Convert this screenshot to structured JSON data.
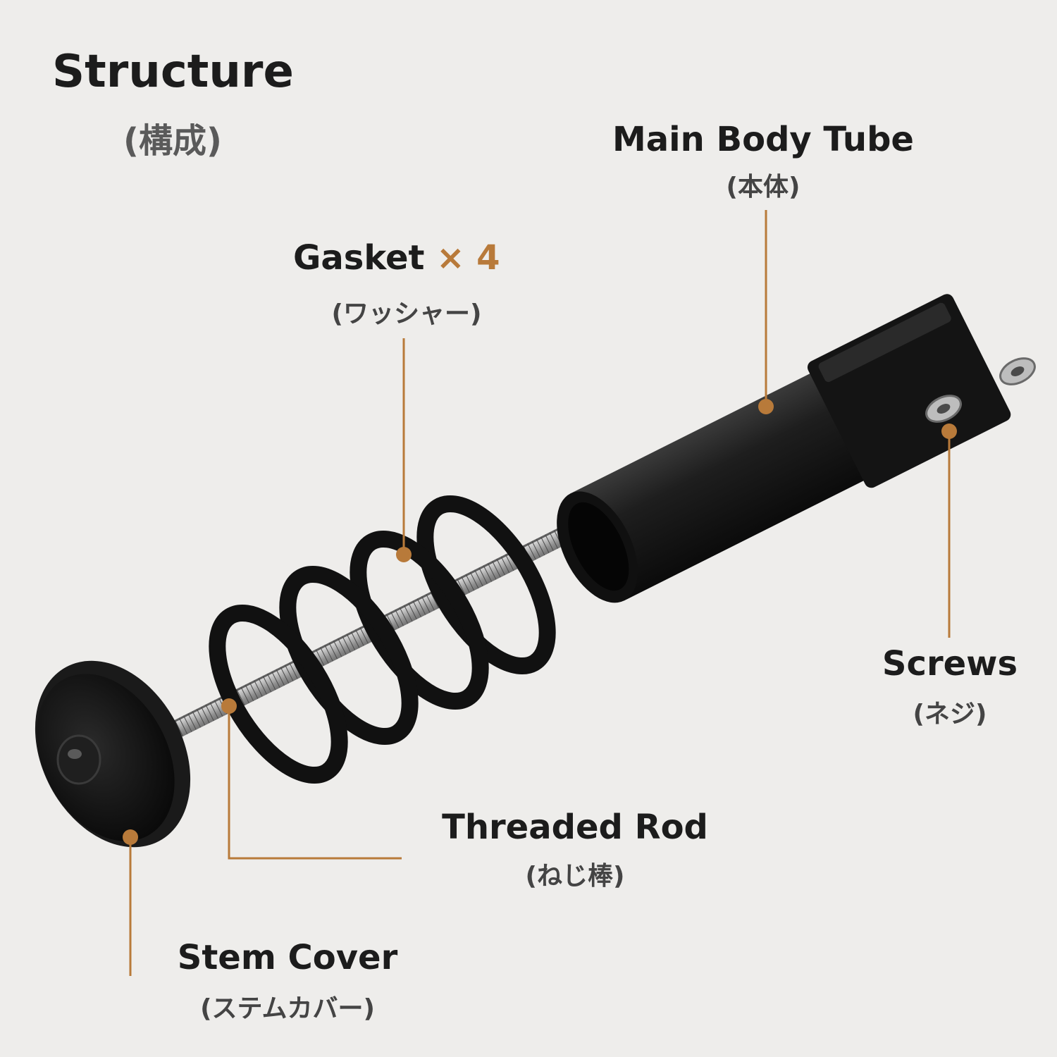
{
  "heading": {
    "title": "Structure",
    "subtitle": "(構成)"
  },
  "parts": {
    "main_body": {
      "name": "Main Body Tube",
      "jp": "(本体)"
    },
    "gasket": {
      "name": "Gasket",
      "multiplier": "× 4",
      "jp": "(ワッシャー)"
    },
    "screws": {
      "name": "Screws",
      "jp": "(ネジ)"
    },
    "threaded_rod": {
      "name": "Threaded Rod",
      "jp": "(ねじ棒)"
    },
    "stem_cover": {
      "name": "Stem Cover",
      "jp": "(ステムカバー)"
    }
  },
  "colors": {
    "accent": "#b87a3a",
    "background": "#eeedeb",
    "part_black": "#141414",
    "rod_silver": "#9a9a9a"
  }
}
